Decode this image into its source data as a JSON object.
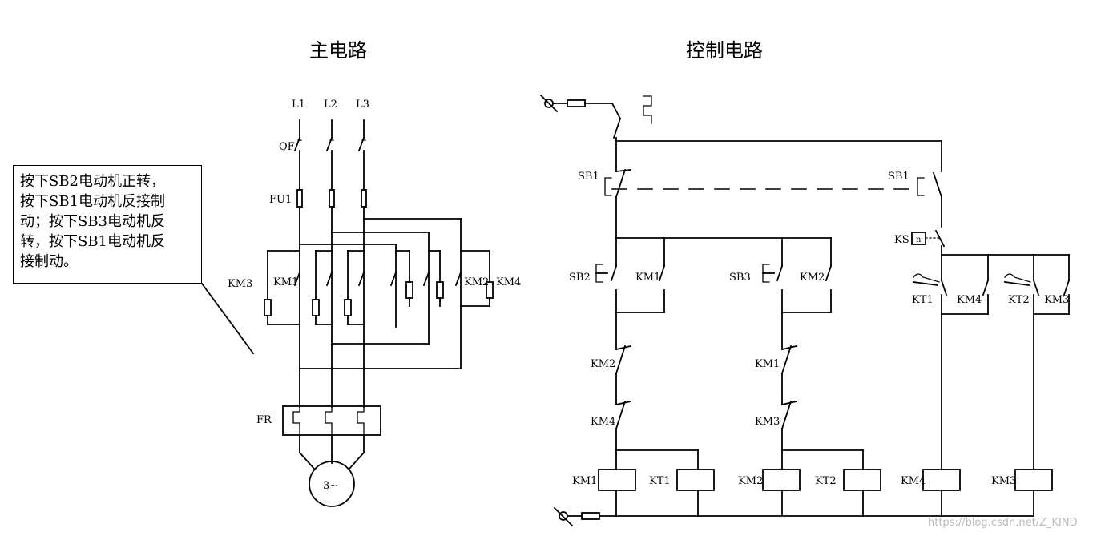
{
  "titles": {
    "main": "主电路",
    "control": "控制电路"
  },
  "note": "按下SB2电动机正转，\n按下SB1电动机反接制\n动；按下SB3电动机反\n转，按下SB1电动机反\n接制动。",
  "main_labels": {
    "l1": "L1",
    "l2": "L2",
    "l3": "L3",
    "qf": "QF",
    "fu1": "FU1",
    "km3": "KM3",
    "km1": "KM1",
    "km2": "KM2",
    "km4": "KM4",
    "fr": "FR",
    "motor": "3~"
  },
  "control_labels": {
    "sb1_left": "SB1",
    "sb1_right": "SB1",
    "ks": "KS",
    "ks_n": "n",
    "sb2": "SB2",
    "sb3": "SB3",
    "km1_hold": "KM1",
    "km2_hold": "KM2",
    "kt1": "KT1",
    "km4_contact": "KM4",
    "kt2": "KT2",
    "km3_contact": "KM3",
    "km2_interlock": "KM2",
    "km4_interlock": "KM4",
    "km1_interlock": "KM1",
    "km3_interlock": "KM3",
    "coil_km1": "KM1",
    "coil_kt1": "KT1",
    "coil_km2": "KM2",
    "coil_kt2": "KT2",
    "coil_km4": "KM4",
    "coil_km3": "KM3"
  },
  "watermark": "https://blog.csdn.net/Z_KIND"
}
